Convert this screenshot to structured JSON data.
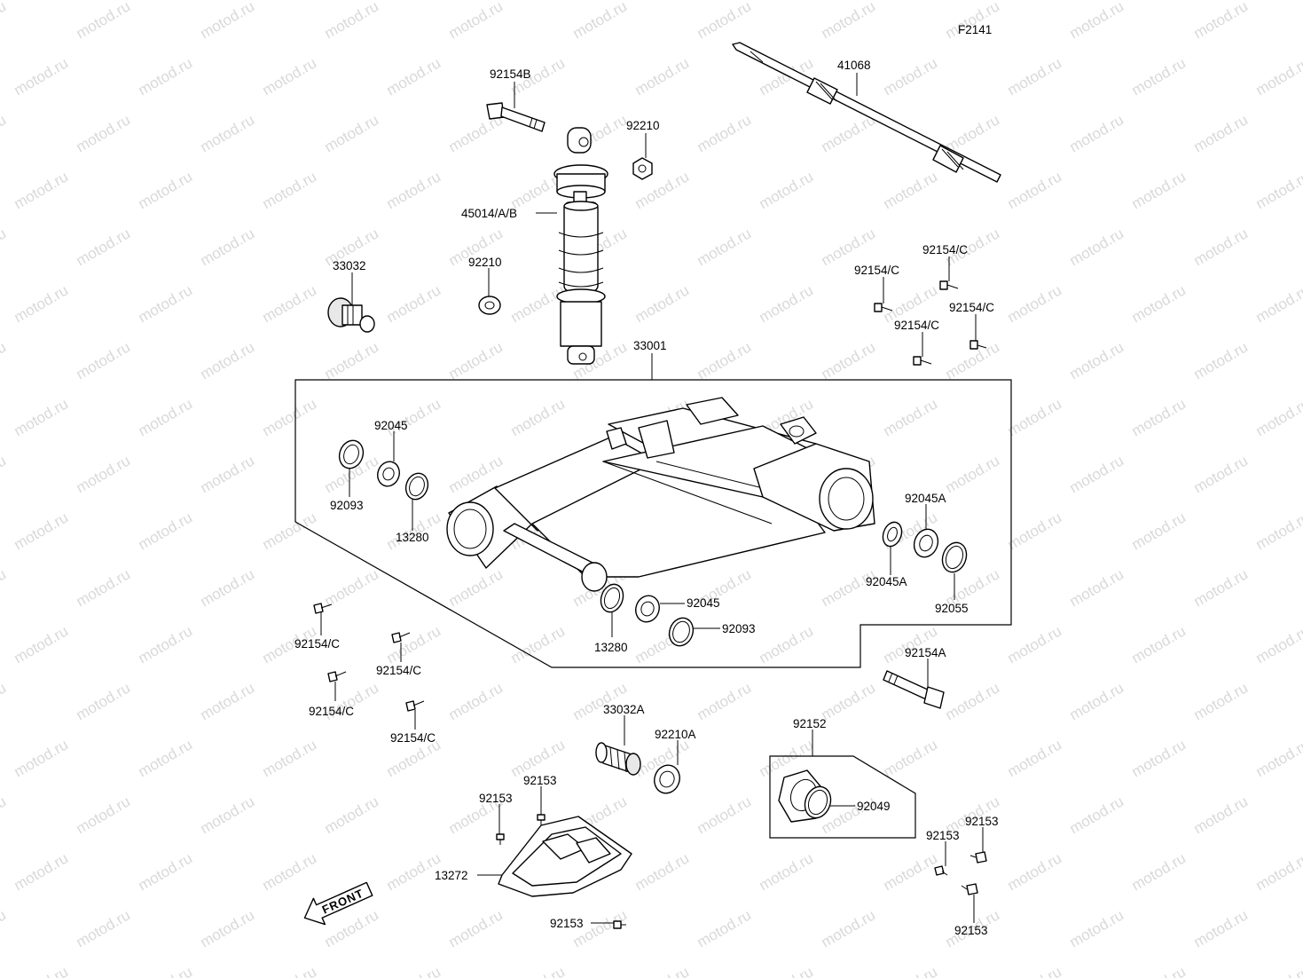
{
  "diagram_code": "F2141",
  "watermark": "motod.ru",
  "front_label": "FRONT",
  "labels": {
    "p92154B": "92154B",
    "p41068": "41068",
    "p92210_top": "92210",
    "p45014": "45014/A/B",
    "p33032": "33032",
    "p92210_mid": "92210",
    "p92154C_a": "92154/C",
    "p92154C_b": "92154/C",
    "p92154C_c": "92154/C",
    "p92154C_d": "92154/C",
    "p33001": "33001",
    "p92045_top": "92045",
    "p92093_left": "92093",
    "p13280_left": "13280",
    "p92045A_top": "92045A",
    "p92045A_bottom": "92045A",
    "p92055": "92055",
    "p92045_bottom": "92045",
    "p92093_bottom": "92093",
    "p13280_bottom": "13280",
    "p92154C_e": "92154/C",
    "p92154C_f": "92154/C",
    "p92154C_g": "92154/C",
    "p92154C_h": "92154/C",
    "p92154A": "92154A",
    "p33032A": "33032A",
    "p92210A": "92210A",
    "p92152": "92152",
    "p92049": "92049",
    "p92153_a": "92153",
    "p92153_b": "92153",
    "p13272": "13272",
    "p92153_c": "92153",
    "p92153_d": "92153",
    "p92153_e": "92153",
    "p92153_f": "92153"
  }
}
